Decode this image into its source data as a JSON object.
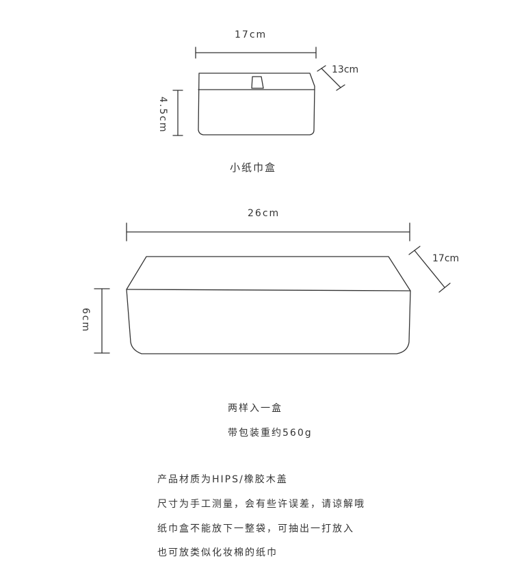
{
  "small_box": {
    "width_label": "17cm",
    "depth_label": "13cm",
    "height_label": "4.5cm",
    "caption": "小纸巾盒"
  },
  "large_box": {
    "width_label": "26cm",
    "depth_label": "17cm",
    "height_label": "6cm"
  },
  "notes": {
    "line1": "两样入一盒",
    "line2": "带包装重约560g"
  },
  "details": {
    "line1": "产品材质为HIPS/橡胶木盖",
    "line2": "尺寸为手工测量，会有些许误差，请谅解哦",
    "line3": "纸巾盒不能放下一整袋，可抽出一打放入",
    "line4": "也可放类似化妆棉的纸巾"
  }
}
